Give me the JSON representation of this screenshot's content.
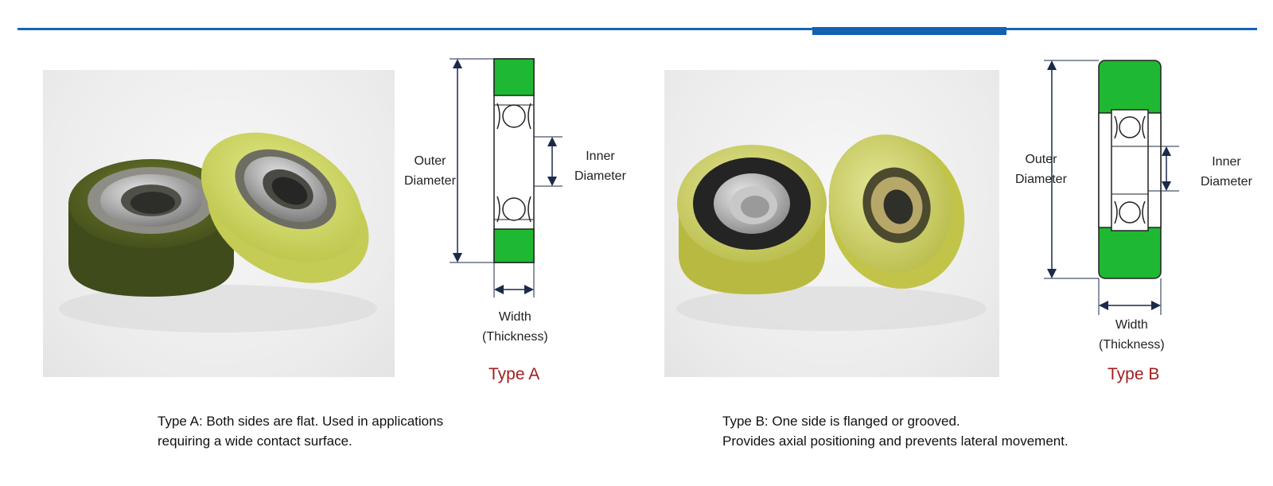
{
  "type_a": {
    "outer_label_line1": "Outer",
    "outer_label_line2": "Diameter",
    "inner_label_line1": "Inner",
    "inner_label_line2": "Diameter",
    "width_label_line1": "Width",
    "width_label_line2": "(Thickness)",
    "title": "Type A",
    "caption_line1": "Type A: Both sides are flat. Used in applications",
    "caption_line2": "requiring a wide contact surface."
  },
  "type_b": {
    "outer_label_line1": "Outer",
    "outer_label_line2": "Diameter",
    "inner_label_line1": "Inner",
    "inner_label_line2": "Diameter",
    "width_label_line1": "Width",
    "width_label_line2": "(Thickness)",
    "title": "Type B",
    "caption_line1": "Type B: One side is flanged or grooved.",
    "caption_line2": "Provides axial positioning and prevents lateral movement."
  },
  "colors": {
    "rule_blue": "#1565b8",
    "tire_green": "#1fb832",
    "title_red": "#a31d1d",
    "dimension_navy": "#1b2a4a"
  }
}
